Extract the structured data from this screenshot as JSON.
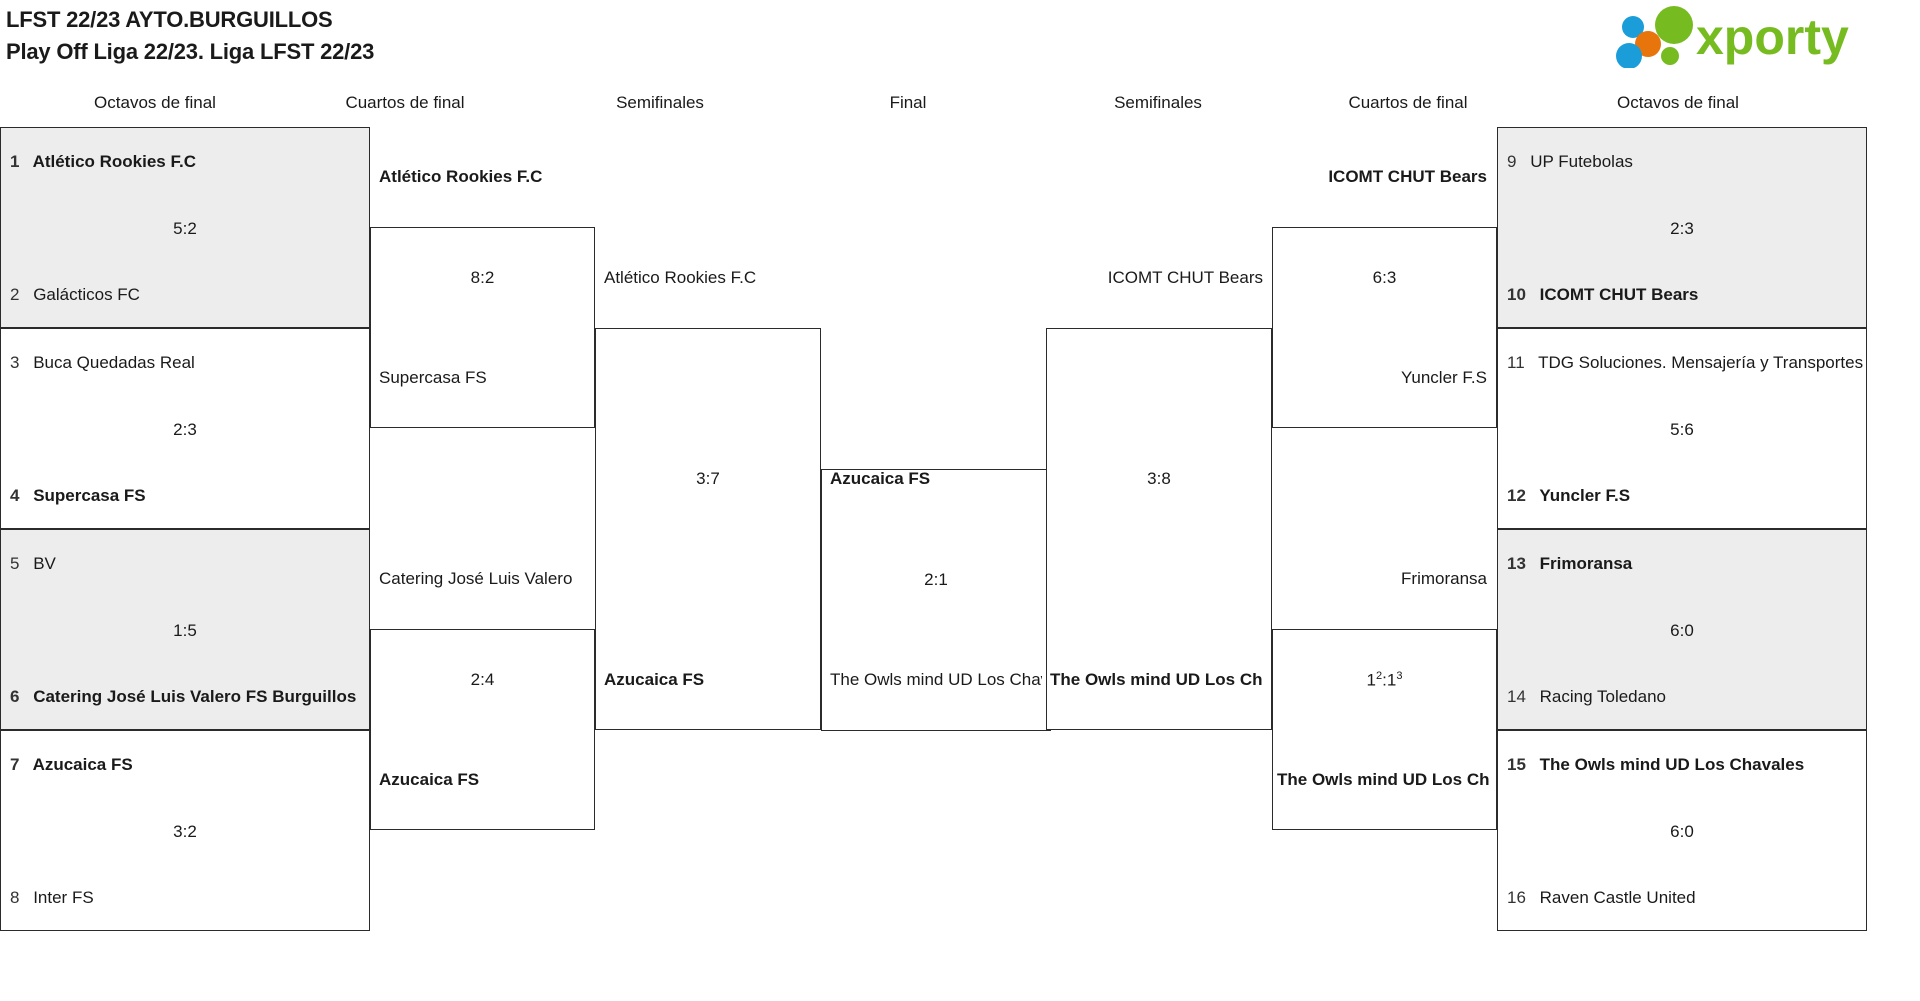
{
  "header": {
    "title_line1": "LFST 22/23 AYTO.BURGUILLOS",
    "title_line2": "Play Off Liga 22/23. Liga LFST 22/23",
    "logo_text": "xporty",
    "logo_colors": {
      "green": "#76bc21",
      "blue": "#1b9dd9",
      "orange": "#e8740c"
    }
  },
  "round_labels": {
    "left_r16": "Octavos de final",
    "left_qf": "Cuartos de final",
    "left_sf": "Semifinales",
    "final": "Final",
    "right_sf": "Semifinales",
    "right_qf": "Cuartos de final",
    "right_r16": "Octavos de final"
  },
  "left": {
    "r16": [
      {
        "top_seed": "1",
        "top_name": "Atlético Rookies F.C",
        "top_win": true,
        "bot_seed": "2",
        "bot_name": "Galácticos FC",
        "bot_win": false,
        "score": "5:2"
      },
      {
        "top_seed": "3",
        "top_name": "Buca Quedadas Real",
        "top_win": false,
        "bot_seed": "4",
        "bot_name": "Supercasa FS",
        "bot_win": true,
        "score": "2:3"
      },
      {
        "top_seed": "5",
        "top_name": "BV",
        "top_win": false,
        "bot_seed": "6",
        "bot_name": "Catering José Luis Valero FS Burguillos",
        "bot_win": true,
        "score": "1:5"
      },
      {
        "top_seed": "7",
        "top_name": "Azucaica FS",
        "top_win": true,
        "bot_seed": "8",
        "bot_name": "Inter FS",
        "bot_win": false,
        "score": "3:2"
      }
    ],
    "qf": [
      {
        "top_name": "Atlético Rookies F.C",
        "top_win": true,
        "bot_name": "Supercasa FS",
        "bot_win": false,
        "score": "8:2"
      },
      {
        "top_name": "Catering José Luis Valero",
        "top_win": false,
        "bot_name": "Azucaica FS",
        "bot_win": true,
        "score": "2:4"
      }
    ],
    "sf": [
      {
        "top_name": "Atlético Rookies F.C",
        "top_win": false,
        "bot_name": "Azucaica FS",
        "bot_win": true,
        "score": "3:7"
      }
    ]
  },
  "final": {
    "top_name": "Azucaica FS",
    "top_win": true,
    "bot_name": "The Owls mind UD Los Chavales",
    "bot_win": false,
    "score": "2:1"
  },
  "right": {
    "sf": [
      {
        "top_name": "ICOMT CHUT Bears",
        "top_win": false,
        "bot_name": "The Owls mind UD Los Chavales",
        "bot_win": true,
        "score": "3:8"
      }
    ],
    "qf": [
      {
        "top_name": "ICOMT CHUT Bears",
        "top_win": true,
        "bot_name": "Yuncler F.S",
        "bot_win": false,
        "score": "6:3"
      },
      {
        "top_name": "Frimoransa",
        "top_win": false,
        "bot_name": "The Owls mind UD Los Chavales",
        "bot_win": true,
        "score_main": "1",
        "score_sup1": "2",
        "score_sep": ":1",
        "score_sup2": "3"
      }
    ],
    "r16": [
      {
        "top_seed": "9",
        "top_name": "UP Futebolas",
        "top_win": false,
        "bot_seed": "10",
        "bot_name": "ICOMT CHUT Bears",
        "bot_win": true,
        "score": "2:3"
      },
      {
        "top_seed": "11",
        "top_name": "TDG Soluciones. Mensajería y Transportes",
        "top_win": false,
        "bot_seed": "12",
        "bot_name": "Yuncler F.S",
        "bot_win": true,
        "score": "5:6"
      },
      {
        "top_seed": "13",
        "top_name": "Frimoransa",
        "top_win": true,
        "bot_seed": "14",
        "bot_name": "Racing Toledano",
        "bot_win": false,
        "score": "6:0"
      },
      {
        "top_seed": "15",
        "top_name": "The Owls mind UD Los Chavales",
        "top_win": true,
        "bot_seed": "16",
        "bot_name": "Raven Castle United",
        "bot_win": false,
        "score": "6:0"
      }
    ]
  }
}
